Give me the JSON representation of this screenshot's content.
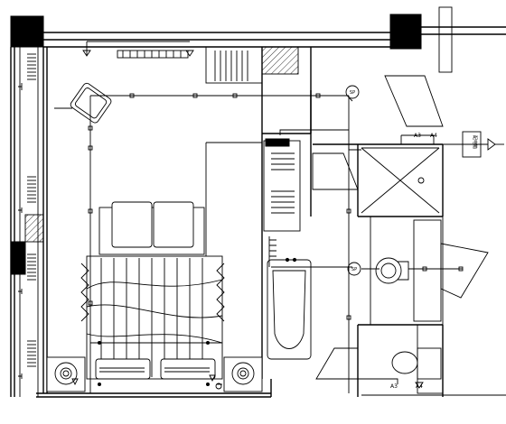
{
  "plan": {
    "sensor_labels": [
      "SP",
      "SP"
    ],
    "panel_label": "配电箱",
    "circuit_tags": [
      "A3",
      "A4",
      "A3",
      "A4"
    ]
  }
}
